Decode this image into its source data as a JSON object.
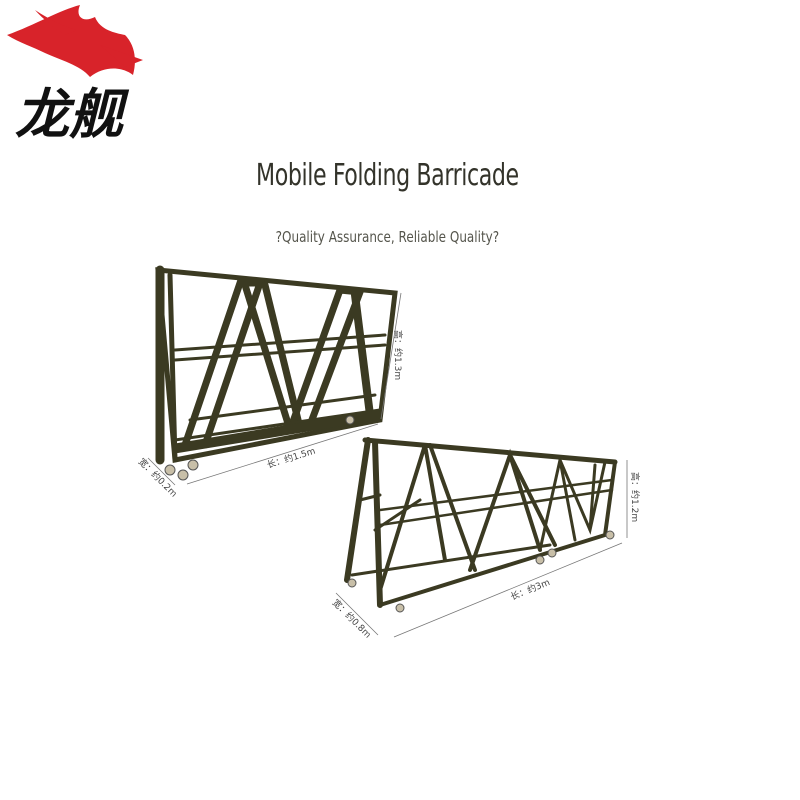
{
  "logo": {
    "text": "龙舰",
    "icon": "red-dragon-head",
    "accent": "#d8232a"
  },
  "header": {
    "title": "Mobile Folding Barricade",
    "subtitle": "?Quality Assurance, Reliable Quality?"
  },
  "products": [
    {
      "state": "folded",
      "dimensions": {
        "height": "高：约1.3m",
        "length": "长：约1.5m",
        "width": "宽：约0.2m"
      }
    },
    {
      "state": "unfolded",
      "dimensions": {
        "height": "高：约1.2m",
        "length": "长：约3m",
        "width": "宽：约0.8m"
      }
    }
  ],
  "colors": {
    "frame": "#3b3a22",
    "title": "#33332a",
    "background": "#ffffff"
  }
}
